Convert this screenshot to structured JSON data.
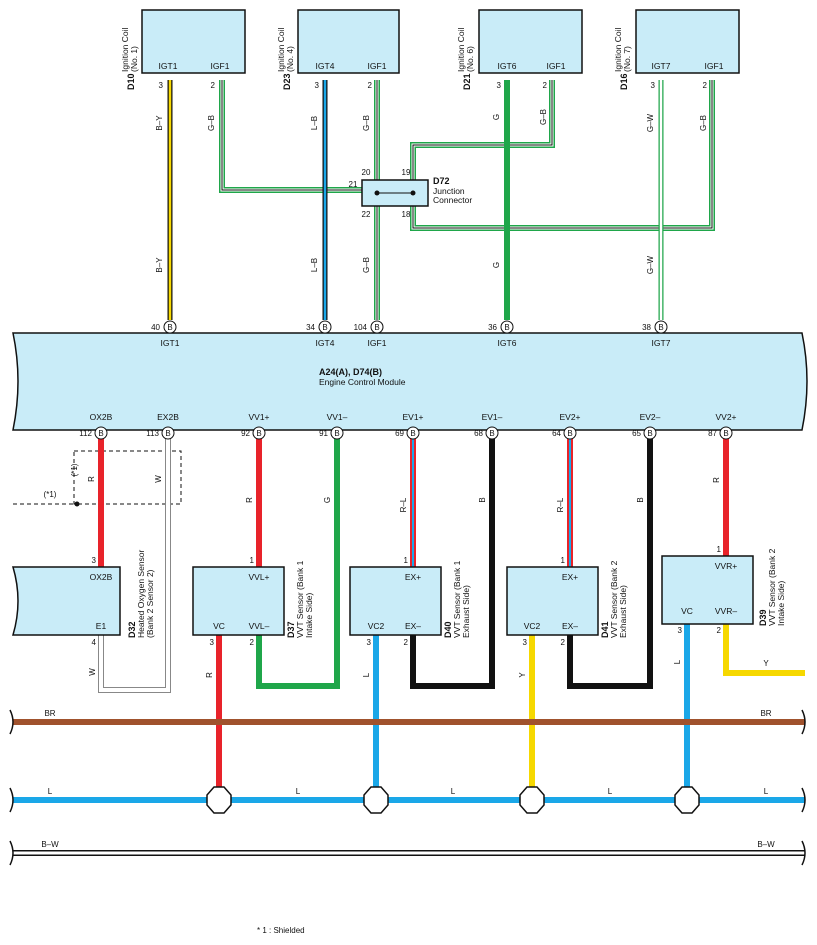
{
  "colors": {
    "box_fill": "#c9ecf8",
    "yellow": "#f6d800",
    "green": "#1fa64a",
    "blue": "#1aa7e8",
    "red": "#e8232a",
    "black": "#111111",
    "brown": "#a0522d",
    "white": "#ffffff"
  },
  "coils": [
    {
      "id": "D10",
      "name": "Ignition Coil",
      "no": "(No. 1)",
      "p1": "IGT1",
      "p2": "IGF1",
      "n1": "3",
      "n2": "2",
      "w1": "B–Y",
      "w2": "G–B",
      "w3": "B–Y",
      "w4": ""
    },
    {
      "id": "D23",
      "name": "Ignition Coil",
      "no": "(No. 4)",
      "p1": "IGT4",
      "p2": "IGF1",
      "n1": "3",
      "n2": "2",
      "w1": "L–B",
      "w2": "G–B",
      "w3": "L–B",
      "w4": "G–B"
    },
    {
      "id": "D21",
      "name": "Ignition Coil",
      "no": "(No. 6)",
      "p1": "IGT6",
      "p2": "IGF1",
      "n1": "3",
      "n2": "2",
      "w1": "G",
      "w2": "G–B",
      "w3": "G",
      "w4": ""
    },
    {
      "id": "D16",
      "name": "Ignition Coil",
      "no": "(No. 7)",
      "p1": "IGT7",
      "p2": "IGF1",
      "n1": "3",
      "n2": "2",
      "w1": "G–W",
      "w2": "G–B",
      "w3": "G–W",
      "w4": ""
    }
  ],
  "junction": {
    "id": "D72",
    "name1": "Junction",
    "name2": "Connector",
    "p19": "19",
    "p20": "20",
    "p21": "21",
    "p22": "22",
    "p18": "18"
  },
  "ecm": {
    "title": "A24(A), D74(B)",
    "name": "Engine Control Module",
    "top_pins": [
      {
        "num": "40",
        "b": "B",
        "label": "IGT1"
      },
      {
        "num": "34",
        "b": "B",
        "label": "IGT4"
      },
      {
        "num": "104",
        "b": "B",
        "label": "IGF1"
      },
      {
        "num": "36",
        "b": "B",
        "label": "IGT6"
      },
      {
        "num": "38",
        "b": "B",
        "label": "IGT7"
      }
    ],
    "bottom_pins": [
      {
        "num": "112",
        "b": "B",
        "label": "OX2B"
      },
      {
        "num": "113",
        "b": "B",
        "label": "EX2B"
      },
      {
        "num": "92",
        "b": "B",
        "label": "VV1+"
      },
      {
        "num": "91",
        "b": "B",
        "label": "VV1–"
      },
      {
        "num": "69",
        "b": "B",
        "label": "EV1+"
      },
      {
        "num": "68",
        "b": "B",
        "label": "EV1–"
      },
      {
        "num": "64",
        "b": "B",
        "label": "EV2+"
      },
      {
        "num": "65",
        "b": "B",
        "label": "EV2–"
      },
      {
        "num": "87",
        "b": "B",
        "label": "VV2+"
      }
    ]
  },
  "bottom_wires": {
    "w1": "R",
    "w2": "W",
    "w3": "R",
    "w4": "G",
    "w5": "R–L",
    "w6": "B",
    "w7": "R–L",
    "w8": "B",
    "w9": "R"
  },
  "shield_label": "(*1)",
  "sensors": [
    {
      "id": "D32",
      "l1": "Heated Oxygen Sensor",
      "l2": "(Bank 2 Sensor 2)",
      "tl": "OX2B",
      "bl": "E1",
      "n1": "3",
      "n2": "4",
      "w": "W"
    },
    {
      "id": "D37",
      "l1": "VVT Sensor (Bank 1",
      "l2": "Intake Side)",
      "tl": "VVL+",
      "bl1": "VC",
      "bl2": "VVL–",
      "n1": "1",
      "n3": "3",
      "n2": "2",
      "w1": "R"
    },
    {
      "id": "D40",
      "l1": "VVT Sensor (Bank 1",
      "l2": "Exhaust Side)",
      "tl": "EX+",
      "bl1": "VC2",
      "bl2": "EX–",
      "n1": "1",
      "n3": "3",
      "n2": "2",
      "w1": "L"
    },
    {
      "id": "D41",
      "l1": "VVT Sensor (Bank 2",
      "l2": "Exhaust Side)",
      "tl": "EX+",
      "bl1": "VC2",
      "bl2": "EX–",
      "n1": "1",
      "n3": "3",
      "n2": "2",
      "w1": "Y"
    },
    {
      "id": "D39",
      "l1": "VVT Sensor (Bank 2",
      "l2": "Intake Side)",
      "tl": "VVR+",
      "bl1": "VC",
      "bl2": "VVR–",
      "n1": "1",
      "n3": "3",
      "n2": "2",
      "w1": "L",
      "w2": "Y"
    }
  ],
  "buses": {
    "br_l": "BR",
    "br_r": "BR",
    "l1": "L",
    "l2": "L",
    "l3": "L",
    "l4": "L",
    "l5": "L",
    "bw_l": "B–W",
    "bw_r": "B–W"
  },
  "footnote": "* 1 : Shielded"
}
